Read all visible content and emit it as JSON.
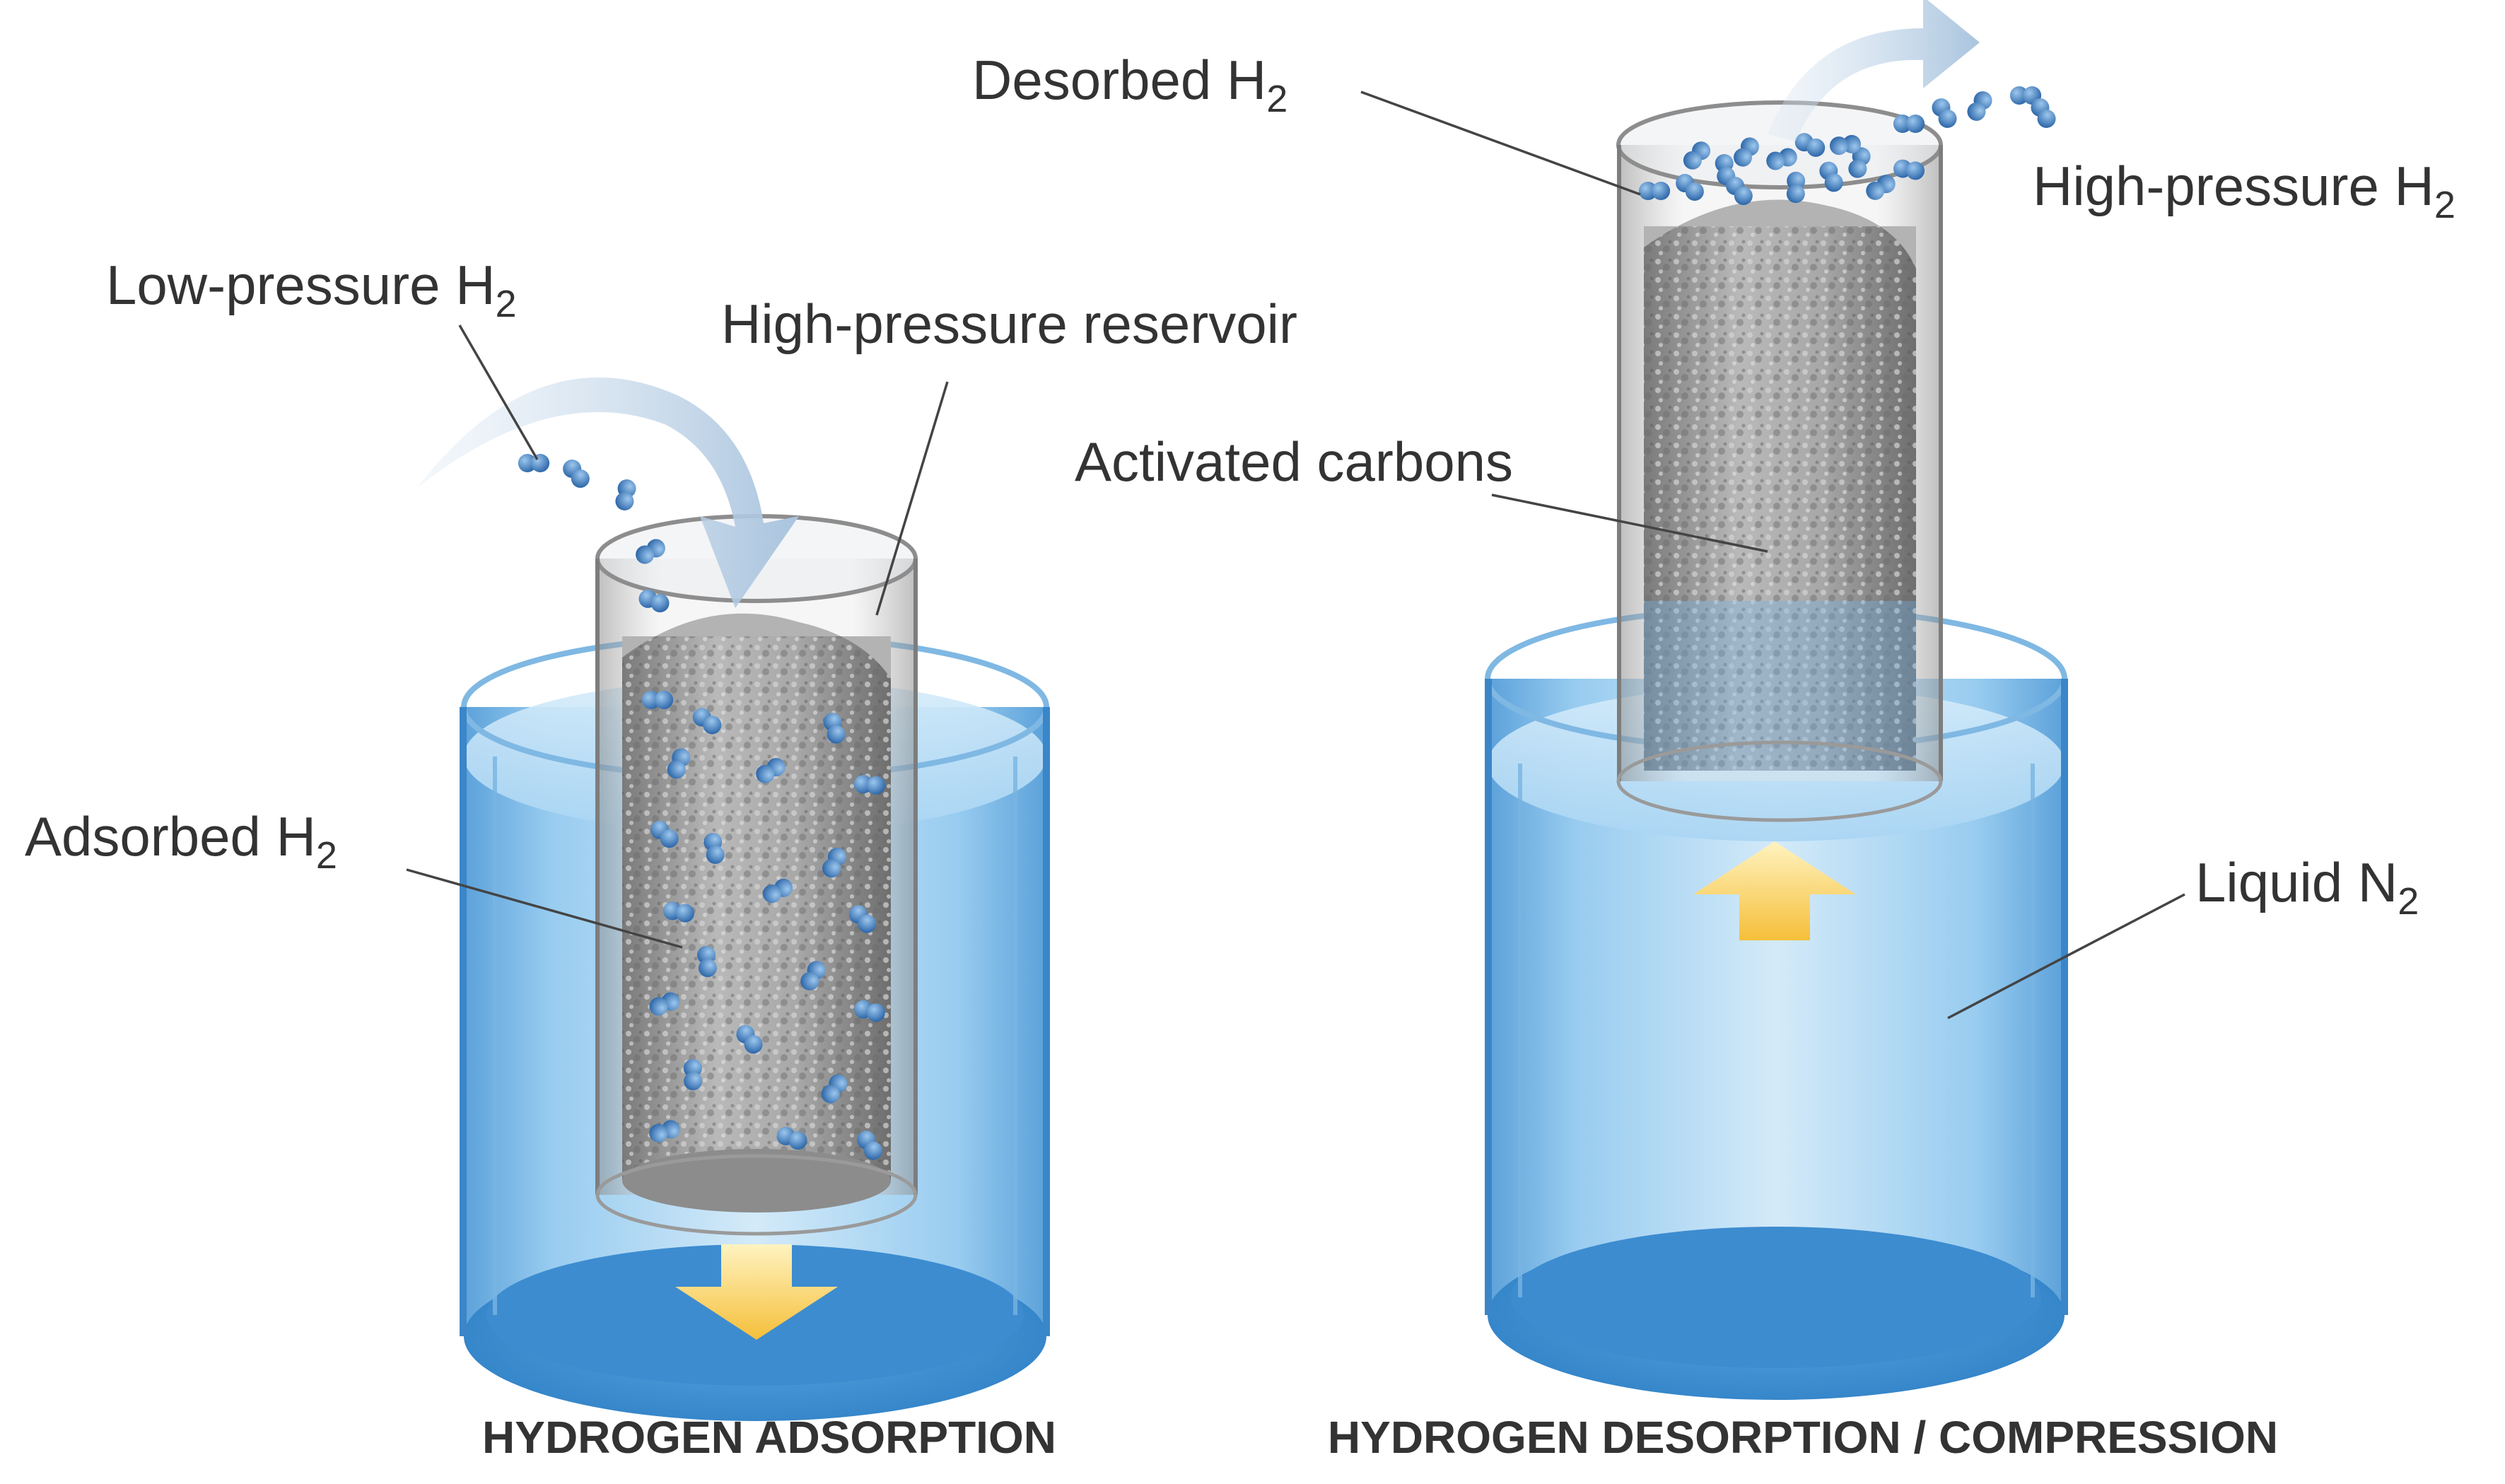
{
  "labels": {
    "low_pressure": {
      "text": "Low-pressure H",
      "sub": "2"
    },
    "high_pressure_reservoir": {
      "text": "High-pressure reservoir"
    },
    "adsorbed": {
      "text": "Adsorbed H",
      "sub": "2"
    },
    "desorbed": {
      "text": "Desorbed H",
      "sub": "2"
    },
    "high_pressure_h2": {
      "text": "High-pressure H",
      "sub": "2"
    },
    "activated_carbons": {
      "text": "Activated carbons"
    },
    "liquid_n2": {
      "text": "Liquid N",
      "sub": "2"
    }
  },
  "captions": {
    "left": "HYDROGEN ADSORPTION",
    "right": "HYDROGEN DESORPTION / COMPRESSION"
  },
  "colors": {
    "liquid_light": "#bfe0f6",
    "liquid_mid": "#6fb6e8",
    "liquid_dark": "#3f8fd2",
    "h2_molecule": "#3d7ec0",
    "carbon": "#9a9a9a",
    "arrow_yellow": "#f7c948",
    "text": "#333333"
  },
  "icons": {
    "flow_arrow_in": "curved-arrow-in-icon",
    "flow_arrow_out": "curved-arrow-out-icon",
    "direction_down": "arrow-down-icon",
    "direction_up": "arrow-up-icon"
  }
}
